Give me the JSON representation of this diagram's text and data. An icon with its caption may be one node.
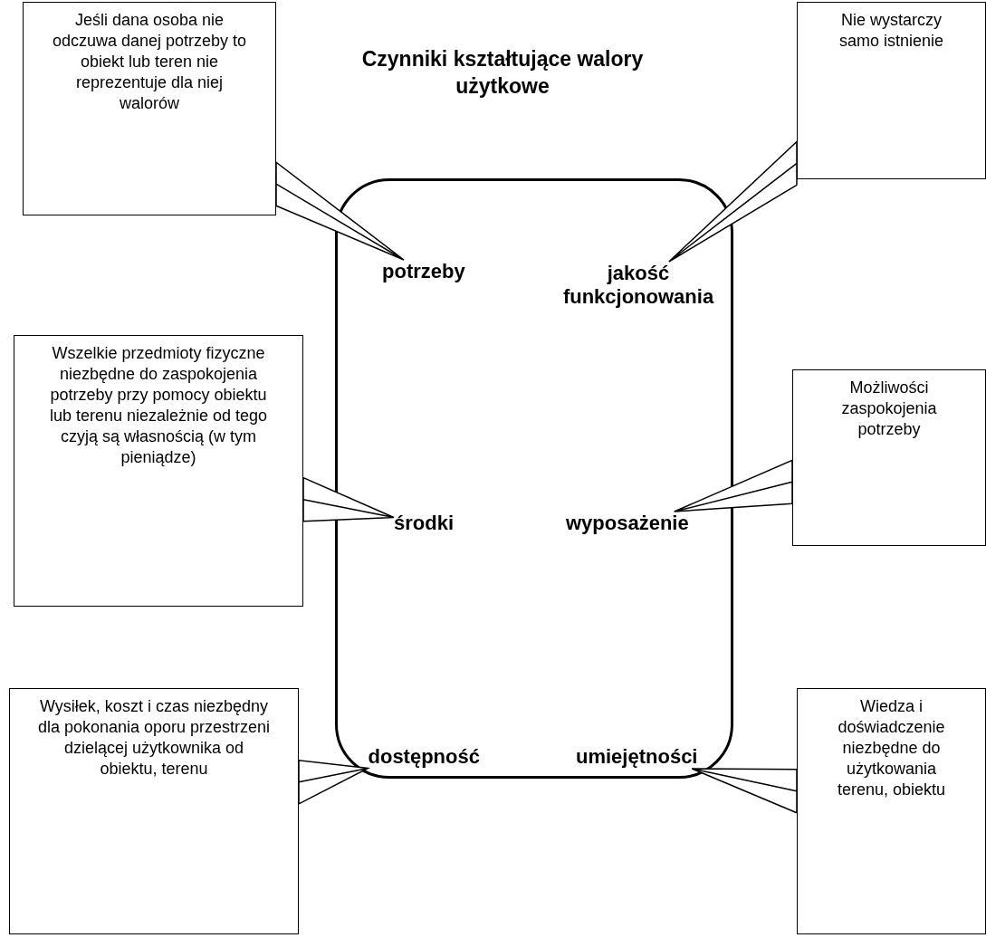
{
  "diagram": {
    "title": "Czynniki kształtujące walory użytkowe",
    "nodes": [
      {
        "text": [
          "Jeśli dana osoba nie odczuwa danej potrzeby to obiekt lub teren nie reprezentuje dla niej walorów"
        ]
      },
      {
        "text": [
          "Nie wystarczy samo istnienie"
        ]
      },
      {
        "text": [],
        "shape": "box"
      },
      {
        "text": [
          "potrzeby"
        ],
        "in": 2
      },
      {
        "text": [
          "jakość funkcjonowania"
        ],
        "in": 2
      },
      {
        "text": [
          "Wszelkie przedmioty fizyczne niezbędne do zaspokojenia potrzeby przy pomocy obiektu lub terenu niezależnie od tego czyją są własnością (w tym pieniądze)"
        ]
      },
      {
        "text": [
          "środki"
        ],
        "in": 2
      },
      {
        "text": [
          "wyposażenie"
        ],
        "in": 2
      },
      {
        "text": [
          "Możliwości zaspokojenia potrzeby"
        ]
      },
      {
        "text": [
          "dostępność"
        ],
        "in": 2
      },
      {
        "text": [
          "umiejętności"
        ],
        "in": 2
      },
      {
        "text": [
          "Wysiłek, koszt i czas niezbędny dla pokonania oporu przestrzeni dzielącej użytkownika od obiektu, terenu"
        ]
      },
      {
        "text": [
          "Wiedza i doświadczenie niezbędne do użytkowania terenu, obiektu"
        ]
      }
    ],
    "edges": [
      {
        "from": 0,
        "to": 3,
        "arrow": "none"
      },
      {
        "from": 1,
        "to": 4,
        "arrow": "none"
      },
      {
        "from": 5,
        "to": 6,
        "arrow": "none"
      },
      {
        "from": 8,
        "to": 7,
        "arrow": "none"
      },
      {
        "from": 11,
        "to": 9,
        "arrow": "none"
      },
      {
        "from": 12,
        "to": 10,
        "arrow": "none"
      }
    ]
  }
}
